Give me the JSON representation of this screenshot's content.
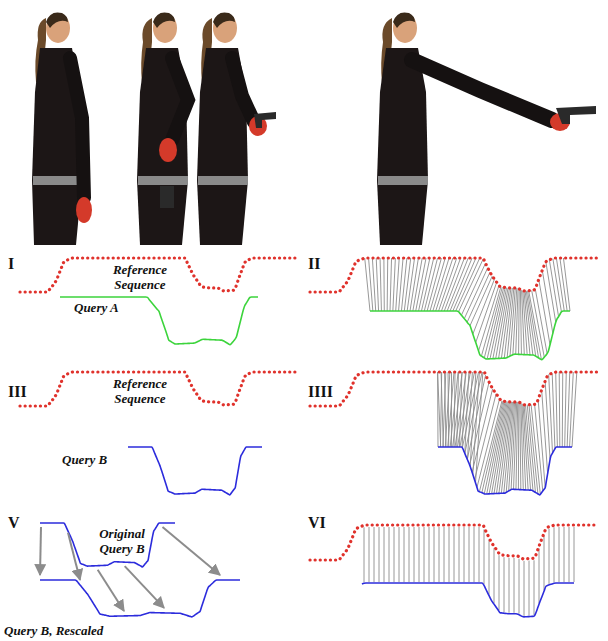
{
  "diagram": {
    "labels": [
      "I",
      "Reference Sequence",
      "Query A",
      "II",
      "III",
      "Reference Sequence",
      "Query B",
      "IIII",
      "V",
      "Original Query B",
      "Query B, Rescaled",
      "VI"
    ]
  }
}
